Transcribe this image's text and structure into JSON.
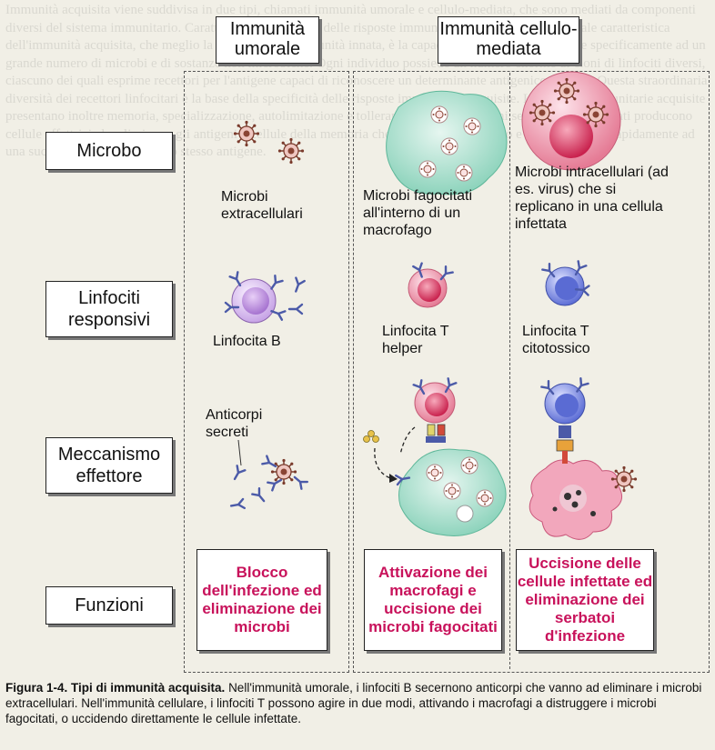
{
  "headers": {
    "humoral": "Immunità umorale",
    "cellular": "Immunità cellulo-mediata"
  },
  "rows": {
    "microbe": "Microbo",
    "responding": "Linfociti responsivi",
    "effector": "Meccanismo effettore",
    "functions": "Funzioni"
  },
  "labels": {
    "extracellular": "Microbi extracellulari",
    "phagocytosed": "Microbi fagocitati all'interno di un macrofago",
    "intracellular": "Microbi intracellulari (ad es. virus) che si replicano in una cellula infettata",
    "b_cell": "Linfocita B",
    "t_helper": "Linfocita T helper",
    "t_cytotoxic": "Linfocita T citotossico",
    "antibodies": "Anticorpi secreti"
  },
  "functions": {
    "humoral": "Blocco dell'infezione ed eliminazione dei microbi",
    "helper": "Attivazione dei macrofagi e uccisione dei microbi fagocitati",
    "cytotoxic": "Uccisione delle cellule infettate ed eliminazione dei serbatoi d'infezione"
  },
  "caption": {
    "label": "Figura 1-4. Tipi di immunità acquisita.",
    "text": "Nell'immunità umorale, i linfociti B secernono anticorpi che vanno ad eliminare i microbi extracellulari. Nell'immunità cellulare, i linfociti T possono agire in due modi, attivando i macrofagi a distruggere i microbi fagocitati, o uccidendo direttamente le cellule infettate."
  },
  "background_text": "Immunità acquisita viene suddivisa in due tipi, chiamati immunità umorale e cellulo-mediata, che sono mediati da componenti diversi del sistema immunitario. Caratteristiche principali delle risposte immunitarie acquisite. La principale caratteristica dell'immunità acquisita, che meglio la distingue dall'immunità innata, è la capacità di riconoscere e reagire specificamente ad un grande numero di microbi e di sostanze non microbiche. Ogni individuo possiede un numero enorme di cloni di linfociti diversi, ciascuno dei quali esprime recettori per l'antigene capaci di riconoscere un determinante antigenico diverso. Questa straordinaria diversità dei recettori linfocitari è la base della specificità delle risposte immunitarie acquisite. Le risposte immunitarie acquisite presentano inoltre memoria, specializzazione, autolimitazione e tolleranza verso gli antigeni self. I linfociti attivati producono cellule effettrici che eliminano gli antigeni e cellule della memoria che sopravvivono a lungo e rispondono più rapidamente ad una successiva esposizione allo stesso antigene."
}
